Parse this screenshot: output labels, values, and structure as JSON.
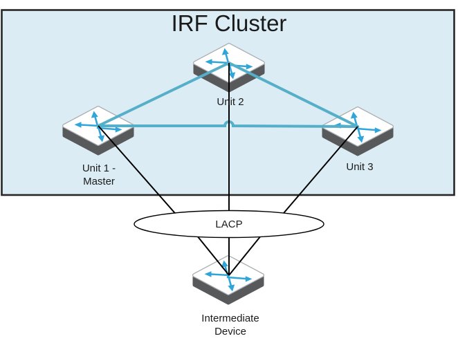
{
  "cluster": {
    "title": "IRF Cluster"
  },
  "nodes": {
    "unit1": {
      "label": "Unit 1 -",
      "label2": "Master",
      "icon": "network-switch-icon"
    },
    "unit2": {
      "label": "Unit 2",
      "icon": "network-switch-icon"
    },
    "unit3": {
      "label": "Unit 3",
      "icon": "network-switch-icon"
    },
    "lacp": {
      "label": "LACP",
      "shape": "ellipse"
    },
    "intermediate": {
      "label": "Intermediate",
      "label2": "Device",
      "icon": "network-switch-icon"
    }
  },
  "links": {
    "irf": [
      {
        "from": "unit1",
        "to": "unit2"
      },
      {
        "from": "unit2",
        "to": "unit3"
      },
      {
        "from": "unit1",
        "to": "unit3"
      }
    ],
    "lacp": [
      {
        "from": "unit1",
        "to": "lacp"
      },
      {
        "from": "unit2",
        "to": "intermediate"
      },
      {
        "from": "unit3",
        "to": "lacp"
      },
      {
        "from": "lacp",
        "to": "intermediate"
      },
      {
        "from": "lacp",
        "to": "intermediate"
      }
    ]
  },
  "colors": {
    "cluster_fill": "#dbecf4",
    "cluster_border": "#262626",
    "irf_link": "#55afc8",
    "lacp_link": "#000000",
    "switch_body": "#58595b",
    "switch_top_face": "#ffffff",
    "switch_face_edge": "#a9adb0",
    "switch_arrow": "#31a5d9",
    "text": "#1a1a1a"
  }
}
